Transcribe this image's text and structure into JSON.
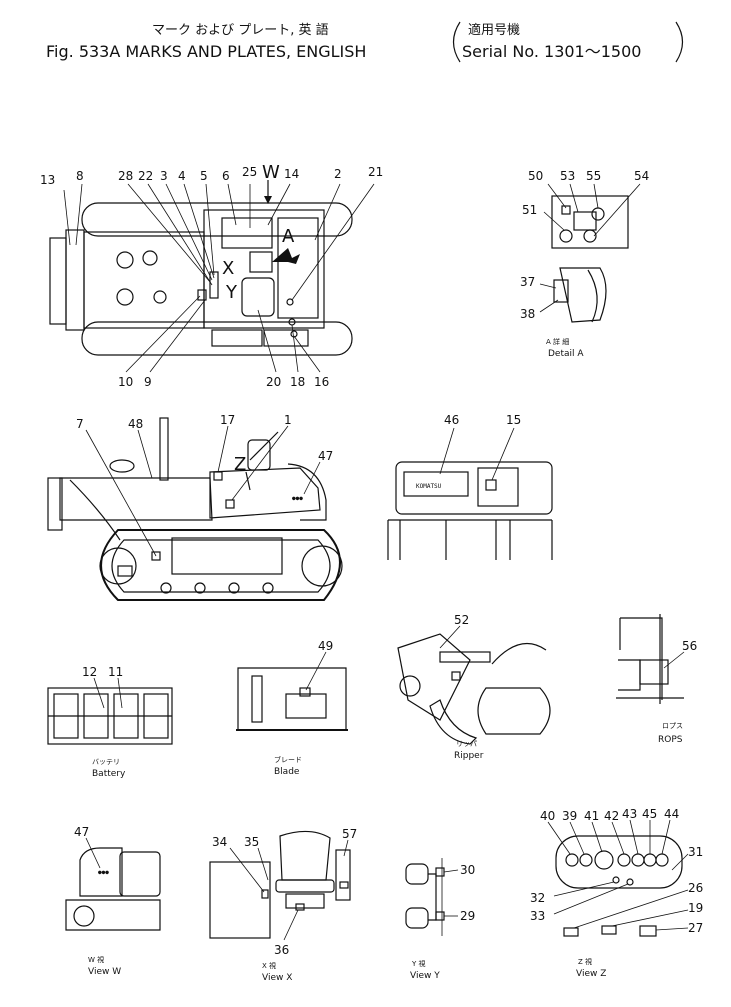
{
  "title": {
    "japanese": "マーク および プレート, 英 語",
    "japanese_serial": "適用号機",
    "english": "Fig. 533A MARKS AND PLATES, ENGLISH",
    "serial": "Serial No. 1301～1500"
  },
  "letters": {
    "A": "A",
    "W": "W",
    "X": "X",
    "Y": "Y",
    "Z": "Z"
  },
  "plate_text": {
    "komatsu": "KOMATSU"
  },
  "captions": {
    "detail_a_jp": "A 詳 細",
    "detail_a": "Detail A",
    "battery_jp": "バッテリ",
    "battery": "Battery",
    "blade_jp": "ブレード",
    "blade": "Blade",
    "ripper_jp": "リッパ",
    "ripper": "Ripper",
    "rops_jp": "ロプス",
    "rops": "ROPS",
    "view_w_jp": "W 視",
    "view_w": "View W",
    "view_x_jp": "X 視",
    "view_x": "View X",
    "view_y_jp": "Y 視",
    "view_y": "View Y",
    "view_z_jp": "Z 視",
    "view_z": "View Z"
  },
  "callouts": {
    "top_view": [
      "13",
      "8",
      "28",
      "22",
      "3",
      "4",
      "5",
      "6",
      "25",
      "14",
      "2",
      "21",
      "10",
      "9",
      "20",
      "18",
      "16"
    ],
    "detail_a": [
      "50",
      "53",
      "55",
      "54",
      "51",
      "37",
      "38"
    ],
    "side_view": [
      "7",
      "48",
      "17",
      "1",
      "47"
    ],
    "hood": [
      "46",
      "15"
    ],
    "battery": [
      "12",
      "11"
    ],
    "blade": [
      "49"
    ],
    "ripper": [
      "52"
    ],
    "rops": [
      "56"
    ],
    "view_w": [
      "47"
    ],
    "view_x": [
      "34",
      "35",
      "57",
      "36"
    ],
    "view_y": [
      "30",
      "29"
    ],
    "view_z": [
      "40",
      "39",
      "41",
      "42",
      "43",
      "45",
      "44",
      "31",
      "26",
      "32",
      "19",
      "33",
      "27"
    ]
  }
}
